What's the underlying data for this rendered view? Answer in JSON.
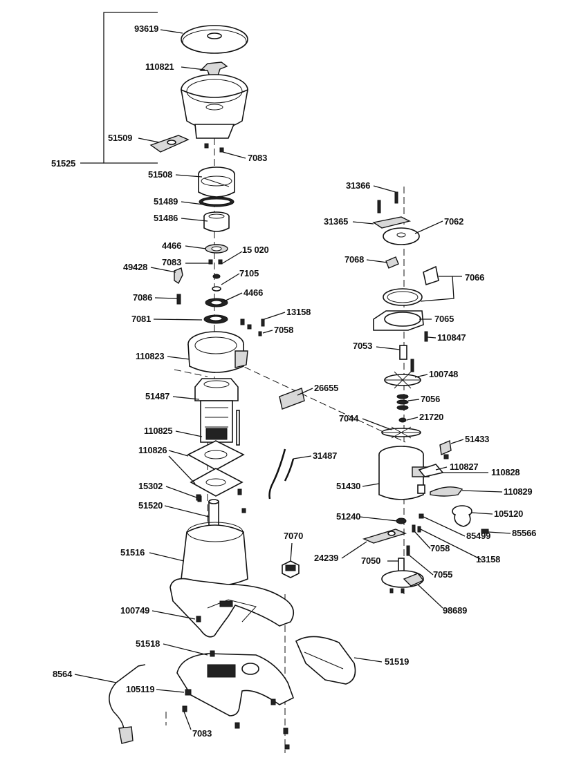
{
  "labels": {
    "93619": "93619",
    "110821": "110821",
    "51509": "51509",
    "7083a": "7083",
    "51525": "51525",
    "51508": "51508",
    "51489": "51489",
    "51486": "51486",
    "4466a": "4466",
    "15020": "15 020",
    "7083b": "7083",
    "49428": "49428",
    "7105": "7105",
    "4466b": "4466",
    "7086": "7086",
    "13158a": "13158",
    "7081": "7081",
    "7058a": "7058",
    "110823": "110823",
    "26655": "26655",
    "51487": "51487",
    "110825": "110825",
    "31487": "31487",
    "110826": "110826",
    "15302": "15302",
    "51520": "51520",
    "7070": "7070",
    "51516": "51516",
    "100749": "100749",
    "51518": "51518",
    "8564": "8564",
    "105119": "105119",
    "7083c": "7083",
    "51519": "51519",
    "31366": "31366",
    "31365": "31365",
    "7062": "7062",
    "7068": "7068",
    "7066": "7066",
    "7065": "7065",
    "110847": "110847",
    "7053": "7053",
    "100748": "100748",
    "7056": "7056",
    "21720": "21720",
    "7044": "7044",
    "51433": "51433",
    "51430": "51430",
    "110827": "110827",
    "110828": "110828",
    "110829": "110829",
    "51240": "51240",
    "105120": "105120",
    "85499": "85499",
    "85566": "85566",
    "7058b": "7058",
    "13158b": "13158",
    "24239": "24239",
    "7050": "7050",
    "7055": "7055",
    "98689": "98689"
  }
}
